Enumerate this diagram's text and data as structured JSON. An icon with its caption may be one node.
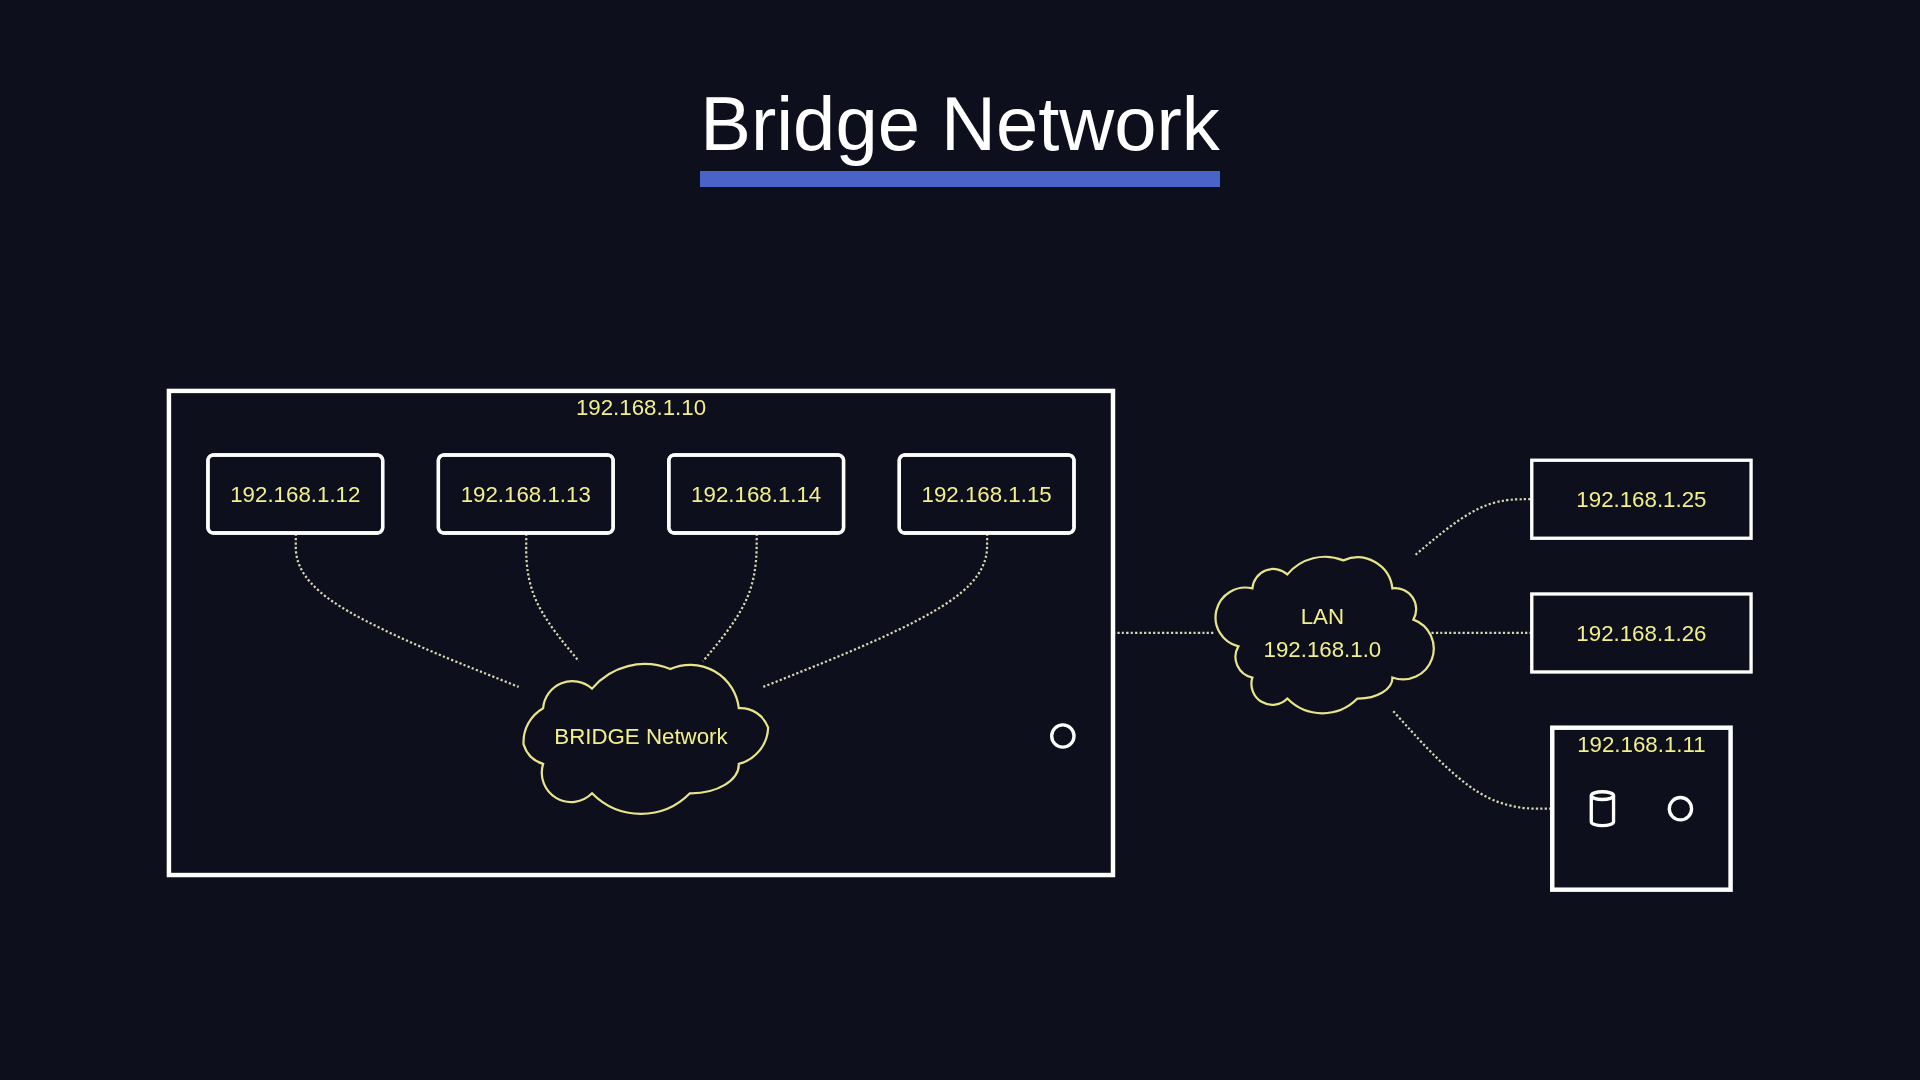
{
  "diagram": {
    "title": "Bridge Network",
    "nodes": [
      {
        "text": [
          "192.168.1.10"
        ]
      },
      {
        "text": [
          "192.168.1.12"
        ],
        "in": 0
      },
      {
        "text": [
          "192.168.1.13"
        ],
        "in": 0
      },
      {
        "text": [
          "BRIDGE Network"
        ],
        "in": 0
      },
      {
        "text": [
          "192.168.1.14"
        ],
        "in": 0
      },
      {
        "text": [
          "192.168.1.15"
        ],
        "in": 0
      },
      {
        "text": [],
        "shape": "circle",
        "in": 0
      },
      {
        "text": [
          "LAN",
          "192.168.1.0"
        ]
      },
      {
        "text": [
          "192.168.1.11"
        ]
      },
      {
        "text": [],
        "shape": "cylinder",
        "in": 8
      },
      {
        "text": [],
        "shape": "circle",
        "in": 8
      },
      {
        "text": [
          "192.168.1.25"
        ]
      },
      {
        "text": [
          "192.168.1.26"
        ]
      }
    ],
    "edges": [
      {
        "from": 1,
        "to": 3,
        "arrow": "none",
        "style": "dashed"
      },
      {
        "from": 2,
        "to": 3,
        "arrow": "none",
        "style": "dashed"
      },
      {
        "from": 4,
        "to": 3,
        "arrow": "none",
        "style": "dashed"
      },
      {
        "from": 5,
        "to": 3,
        "arrow": "none",
        "style": "dashed"
      },
      {
        "from": 0,
        "to": 7,
        "arrow": "none",
        "style": "dashed"
      },
      {
        "from": 7,
        "to": 8,
        "arrow": "none",
        "style": "dashed"
      },
      {
        "from": 7,
        "to": 11,
        "arrow": "none",
        "style": "dashed"
      },
      {
        "from": 7,
        "to": 12,
        "arrow": "none",
        "style": "dashed"
      }
    ]
  }
}
